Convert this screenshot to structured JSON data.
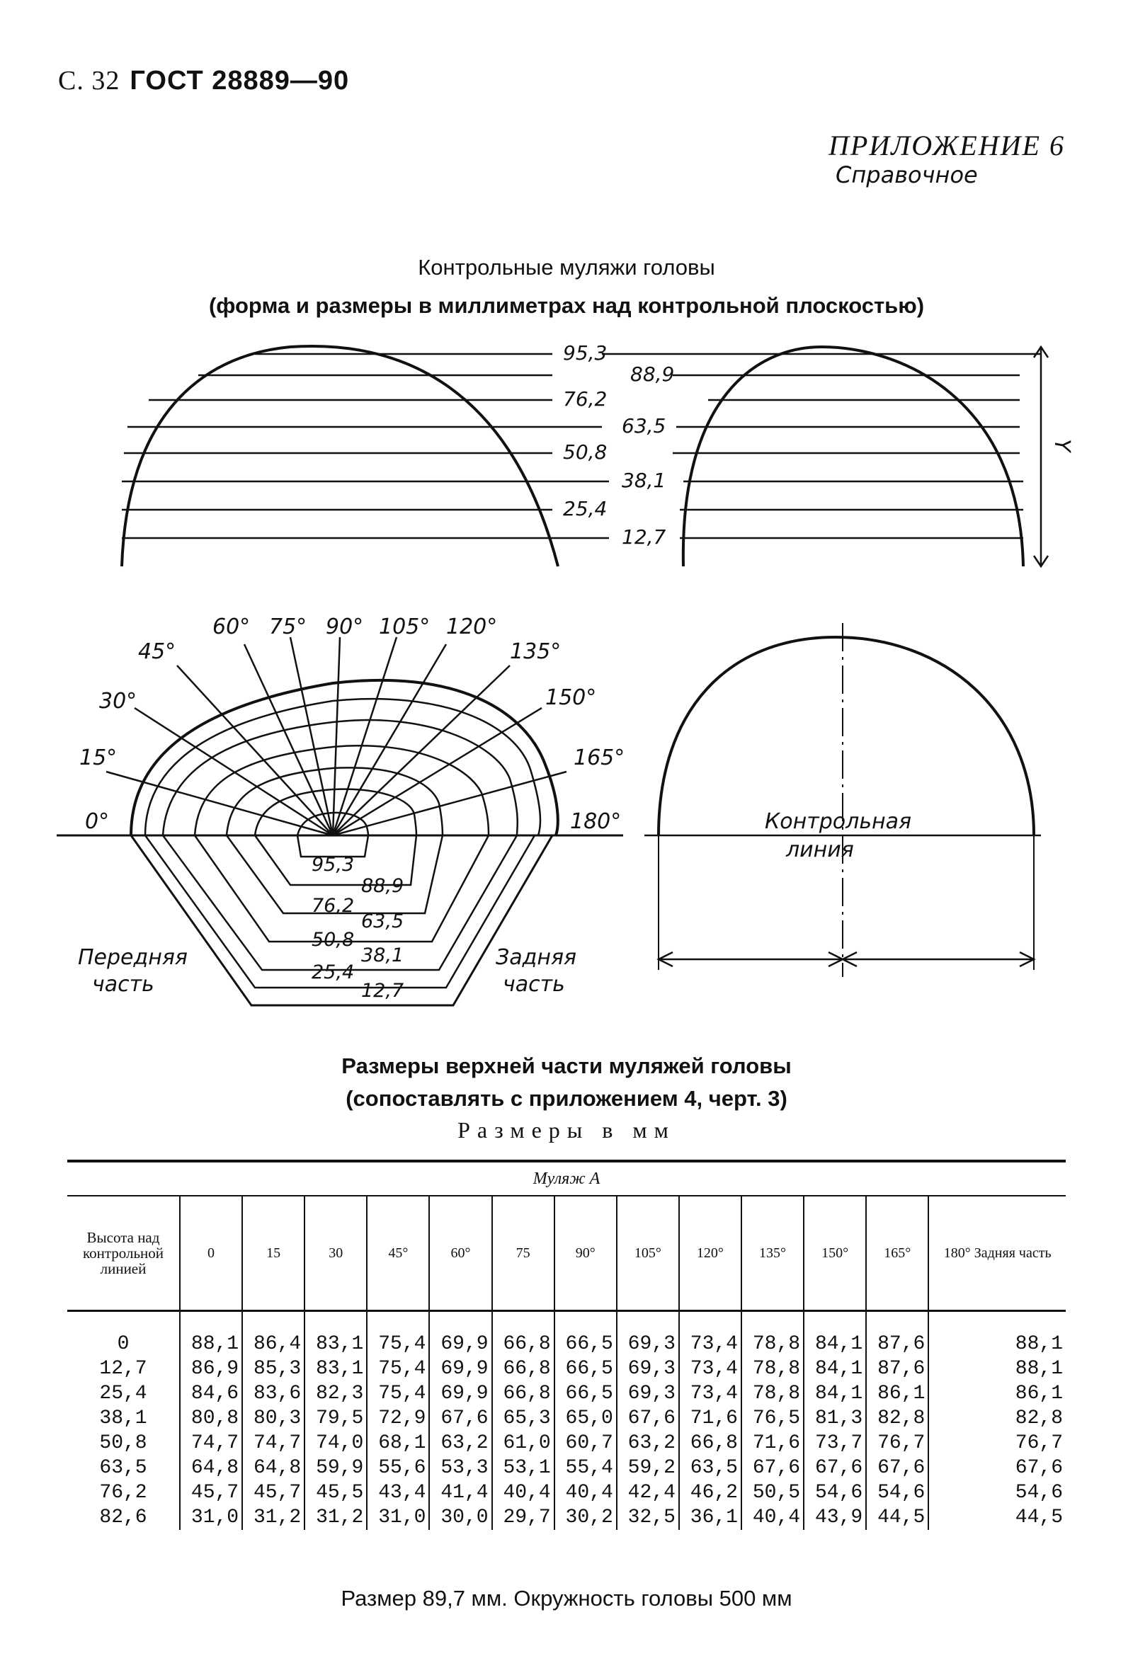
{
  "header": {
    "page": "С. 32",
    "standard": "ГОСТ 28889—90"
  },
  "appendix": {
    "title": "ПРИЛОЖЕНИЕ 6",
    "subtitle": "Справочное"
  },
  "figure": {
    "title_line1": "Контрольные муляжи головы",
    "title_line2": "(форма и размеры в миллиметрах над контрольной плоскостью)",
    "side_levels": [
      "95,3",
      "88,9",
      "76,2",
      "63,5",
      "50,8",
      "38,1",
      "25,4",
      "12,7"
    ],
    "dim_label": "Y",
    "angles": [
      "0°",
      "15°",
      "30°",
      "45°",
      "60°",
      "75°",
      "90°",
      "105°",
      "120°",
      "135°",
      "150°",
      "165°",
      "180°"
    ],
    "plan_levels": [
      "95,3",
      "88,9",
      "76,2",
      "63,5",
      "50,8",
      "38,1",
      "25,4",
      "12,7"
    ],
    "front_label_1": "Передняя",
    "front_label_2": "часть",
    "back_label_1": "Задняя",
    "back_label_2": "часть",
    "control_line_1": "Контрольная",
    "control_line_2": "линия"
  },
  "table": {
    "title_line1": "Размеры верхней части муляжей головы",
    "title_line2": "(сопоставлять с приложением 4, черт. 3)",
    "units": "Размеры в мм",
    "group_header": "Муляж А",
    "row_header": "Высота над контрольной линией",
    "columns": [
      "0",
      "15",
      "30",
      "45°",
      "60°",
      "75",
      "90°",
      "105°",
      "120°",
      "135°",
      "150°",
      "165°",
      "180° Задняя часть"
    ],
    "rows": [
      {
        "h": "0",
        "v": [
          "88,1",
          "86,4",
          "83,1",
          "75,4",
          "69,9",
          "66,8",
          "66,5",
          "69,3",
          "73,4",
          "78,8",
          "84,1",
          "87,6",
          "88,1"
        ]
      },
      {
        "h": "12,7",
        "v": [
          "86,9",
          "85,3",
          "83,1",
          "75,4",
          "69,9",
          "66,8",
          "66,5",
          "69,3",
          "73,4",
          "78,8",
          "84,1",
          "87,6",
          "88,1"
        ]
      },
      {
        "h": "25,4",
        "v": [
          "84,6",
          "83,6",
          "82,3",
          "75,4",
          "69,9",
          "66,8",
          "66,5",
          "69,3",
          "73,4",
          "78,8",
          "84,1",
          "86,1",
          "86,1"
        ]
      },
      {
        "h": "38,1",
        "v": [
          "80,8",
          "80,3",
          "79,5",
          "72,9",
          "67,6",
          "65,3",
          "65,0",
          "67,6",
          "71,6",
          "76,5",
          "81,3",
          "82,8",
          "82,8"
        ]
      },
      {
        "h": "50,8",
        "v": [
          "74,7",
          "74,7",
          "74,0",
          "68,1",
          "63,2",
          "61,0",
          "60,7",
          "63,2",
          "66,8",
          "71,6",
          "73,7",
          "76,7",
          "76,7"
        ]
      },
      {
        "h": "63,5",
        "v": [
          "64,8",
          "64,8",
          "59,9",
          "55,6",
          "53,3",
          "53,1",
          "55,4",
          "59,2",
          "63,5",
          "67,6",
          "67,6",
          "67,6",
          "67,6"
        ]
      },
      {
        "h": "76,2",
        "v": [
          "45,7",
          "45,7",
          "45,5",
          "43,4",
          "41,4",
          "40,4",
          "40,4",
          "42,4",
          "46,2",
          "50,5",
          "54,6",
          "54,6",
          "54,6"
        ]
      },
      {
        "h": "82,6",
        "v": [
          "31,0",
          "31,2",
          "31,2",
          "31,0",
          "30,0",
          "29,7",
          "30,2",
          "32,5",
          "36,1",
          "40,4",
          "43,9",
          "44,5",
          "44,5"
        ]
      }
    ]
  },
  "footer": "Размер 89,7 мм. Окружность головы 500 мм"
}
